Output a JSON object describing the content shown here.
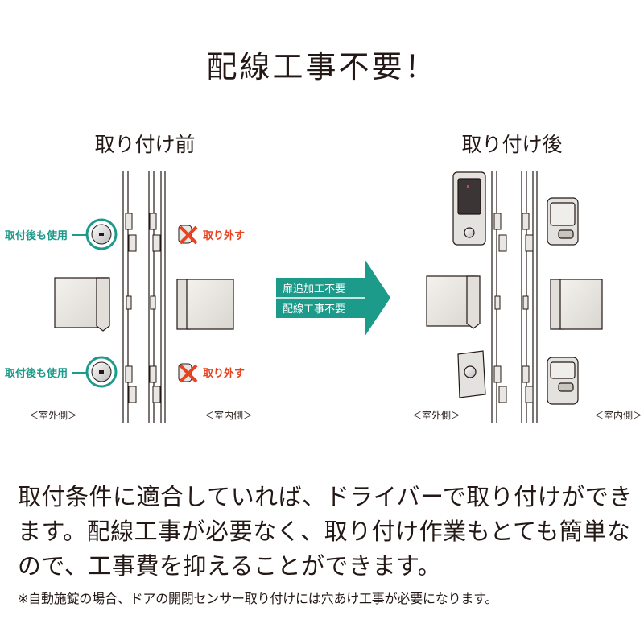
{
  "title": "配線工事不要！",
  "before": {
    "heading": "取り付け前",
    "label_keep_top": "取付後も使用",
    "label_keep_bottom": "取付後も使用",
    "label_remove_top": "取り外す",
    "label_remove_bottom": "取り外す",
    "outside": "＜室外側＞",
    "inside": "＜室内側＞"
  },
  "arrow": {
    "line1": "扉追加工不要",
    "line2": "配線工事不要"
  },
  "after": {
    "heading": "取り付け後",
    "outside": "＜室外側＞",
    "inside": "＜室内側＞"
  },
  "body": "取付条件に適合していれば、ドライバーで取り付けができます。配線工事が必要なく、取り付け作業もとても簡単なので、工事費を抑えることができます。",
  "note": "※自動施錠の場合、ドアの開閉センサー取り付けには穴あけ工事が必要になります。",
  "colors": {
    "teal": "#1c9a8a",
    "remove_red": "#e84320",
    "text": "#231815"
  }
}
